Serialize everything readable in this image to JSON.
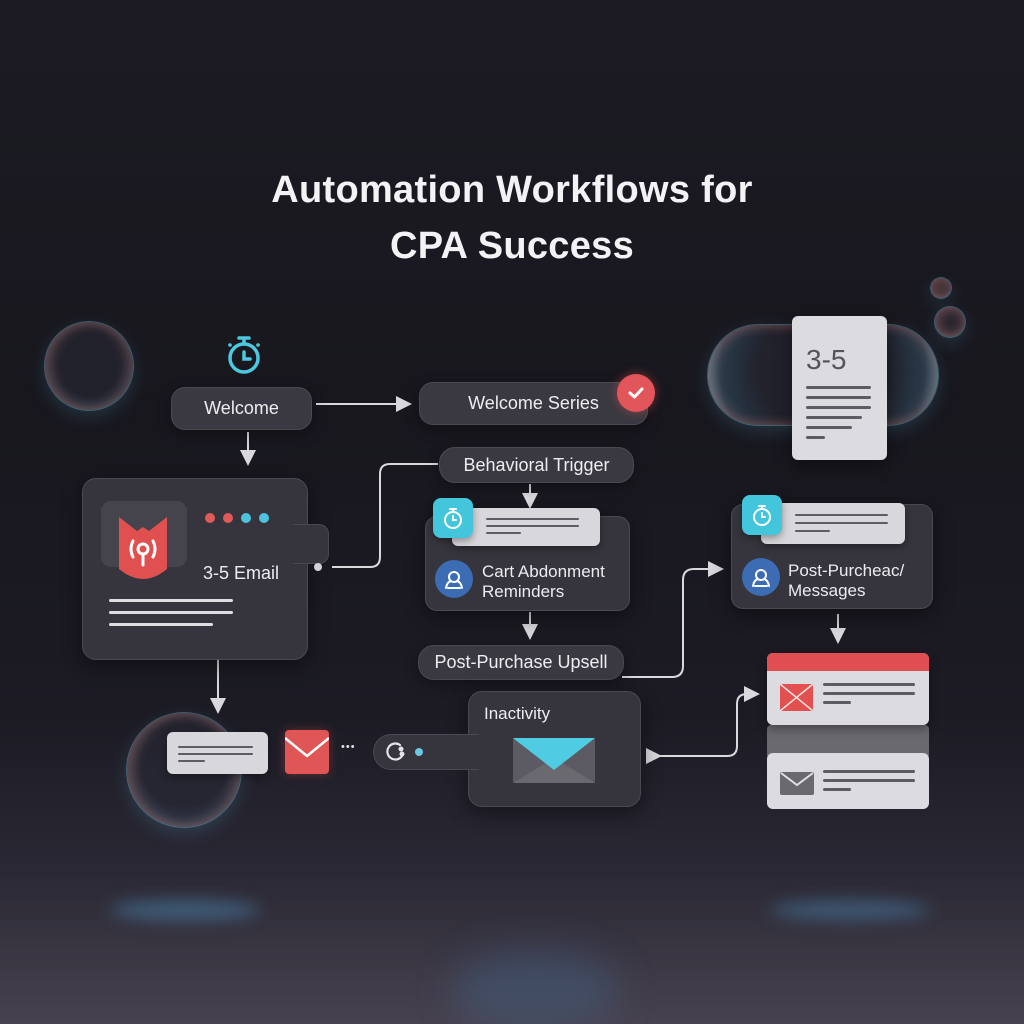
{
  "title": {
    "line1": "Automation Workflows for",
    "line2": "CPA Success"
  },
  "nodes": {
    "welcome": {
      "label": "Welcome",
      "icon": "stopwatch-icon"
    },
    "welcome_series": {
      "label": "Welcome Series",
      "badge_icon": "check-icon"
    },
    "email_card": {
      "label": "3-5 Email",
      "icon": "shield-broadcast-icon",
      "dots": [
        "#e05a5a",
        "#e05a5a",
        "#4cc4de",
        "#4cc4de"
      ]
    },
    "behavioral_trigger": {
      "label": "Behavioral Trigger"
    },
    "cart_abandonment": {
      "label_line1": "Cart Abdonment",
      "label_line2": "Reminders",
      "icon": "user-icon",
      "badge_icon": "stopwatch-icon"
    },
    "post_purchase_upsell": {
      "label": "Post-Purchase Upsell"
    },
    "post_purchase_messages": {
      "label_line1": "Post-Purcheac/",
      "label_line2": "Messages",
      "icon": "user-icon",
      "badge_icon": "stopwatch-icon"
    },
    "document": {
      "label": "3-5",
      "icon": "document-icon"
    },
    "inactivity": {
      "label": "Inactivity",
      "icon": "envelope-icon",
      "connector_icon": "refresh-icon"
    },
    "email_stack": {
      "top_icon": "envelope-x-icon",
      "bottom_icon": "envelope-icon"
    },
    "bottom_left": {
      "icon": "envelope-icon",
      "ellipsis": "•••"
    }
  },
  "colors": {
    "background": "#1a1920",
    "card": "#36353d",
    "accent_teal": "#43c6dc",
    "accent_red": "#e05454",
    "accent_blue": "#3c6cb4",
    "light_card": "#d8d7db"
  }
}
